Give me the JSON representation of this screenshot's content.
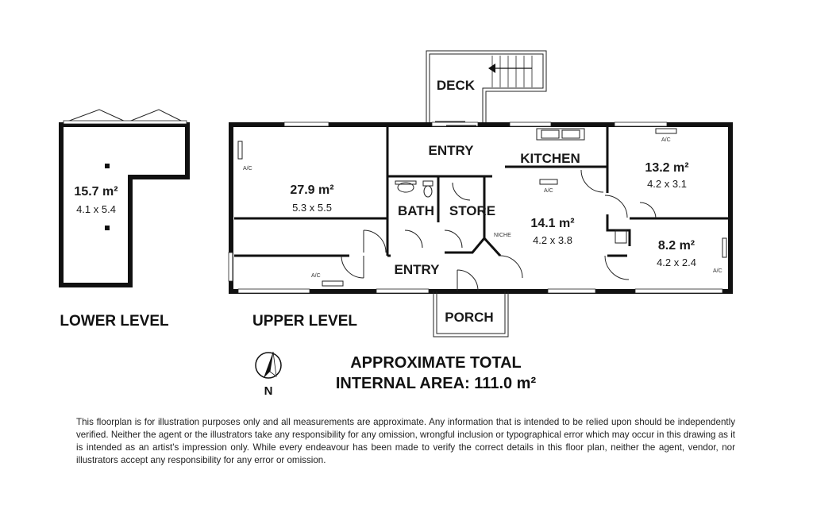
{
  "lower_level": {
    "label": "LOWER LEVEL",
    "room": {
      "area": "15.7 m²",
      "dims": "4.1 x 5.4"
    }
  },
  "upper_level": {
    "label": "UPPER LEVEL",
    "rooms": [
      {
        "id": "living",
        "area": "27.9 m²",
        "dims": "5.3 x 5.5"
      },
      {
        "id": "bed1",
        "area": "13.2 m²",
        "dims": "4.2 x 3.1"
      },
      {
        "id": "dining",
        "area": "14.1 m²",
        "dims": "4.2 x 3.8"
      },
      {
        "id": "bed2",
        "area": "8.2 m²",
        "dims": "4.2 x 2.4"
      }
    ],
    "labels": {
      "deck": "DECK",
      "entry_top": "ENTRY",
      "kitchen": "KITCHEN",
      "bath": "BATH",
      "store": "STORE",
      "entry_bottom": "ENTRY",
      "porch": "PORCH",
      "niche": "NICHE",
      "ac": "A/C"
    }
  },
  "total": {
    "line1": "APPROXIMATE TOTAL",
    "line2": "INTERNAL AREA: 111.0 m²"
  },
  "north": "N",
  "disclaimer": "This floorplan is for illustration purposes only and all measurements are approximate. Any information that is intended to be relied upon should be independently verified. Neither the agent or the illustrators take any responsibility for any omission, wrongful inclusion or typographical error which may occur in this drawing as it is intended as an artist's impression only. While every endeavour has been made to verify the correct details in this floor plan, neither the agent, vendor, nor illustrators accept any responsibility for any error or omission."
}
